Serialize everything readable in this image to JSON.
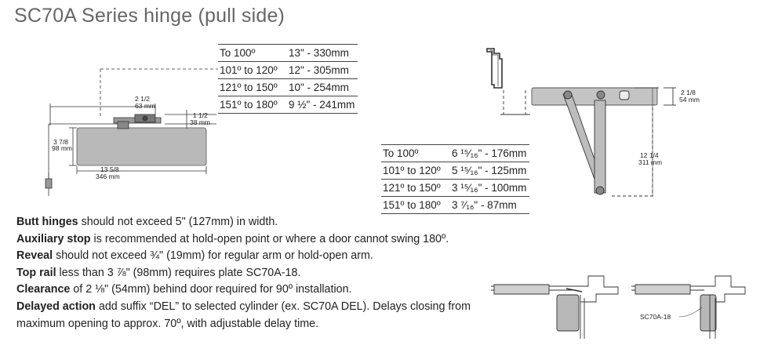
{
  "title": "SC70A Series hinge (pull side)",
  "table_top": [
    {
      "angle": "To 100º",
      "value": "13\" - 330mm"
    },
    {
      "angle": "101º to 120º",
      "value": "12\" - 305mm"
    },
    {
      "angle": "121º to 150º",
      "value": "10\" - 254mm"
    },
    {
      "angle": "151º to 180º",
      "value": "9 ½\" - 241mm"
    }
  ],
  "table_bottom": [
    {
      "angle": "To 100º",
      "value": "6 ¹⁵⁄₁₆\" - 176mm"
    },
    {
      "angle": "101º to 120º",
      "value": "5 ¹⁵⁄₁₆\" - 125mm"
    },
    {
      "angle": "121º to 150º",
      "value": "3 ¹⁵⁄₁₆\" - 100mm"
    },
    {
      "angle": "151º to 180º",
      "value": "3 ⁷⁄₁₆\" - 87mm"
    }
  ],
  "dims_left": {
    "a1": "2 1/2",
    "a2": "63 mm",
    "b1": "1 1/2",
    "b2": "38 mm",
    "c1": "3 7/8",
    "c2": "98 mm",
    "d1": "13 5/8",
    "d2": "346 mm"
  },
  "dims_right": {
    "e1": "2 1/8",
    "e2": "54 mm",
    "f1": "12 1/4",
    "f2": "311 mm"
  },
  "plate_label": "SC70A-18",
  "notes": [
    {
      "bold": "Butt hinges",
      "text": " should not exceed 5\" (127mm) in width."
    },
    {
      "bold": "Auxiliary stop",
      "text": " is recommended at hold-open point or where a door cannot swing 180º."
    },
    {
      "bold": "Reveal",
      "text": " should not exceed ¾\" (19mm) for regular arm or hold-open arm."
    },
    {
      "bold": "Top rail",
      "text": " less than 3 ⅞\" (98mm) requires plate SC70A-18."
    },
    {
      "bold": "Clearance",
      "text": " of 2 ⅛\" (54mm) behind door required for 90º installation."
    },
    {
      "bold": "Delayed action",
      "text": " add suffix “DEL” to selected cylinder (ex. SC70A DEL). Delays closing from maximum opening to approx. 70º, with adjustable delay time."
    }
  ]
}
